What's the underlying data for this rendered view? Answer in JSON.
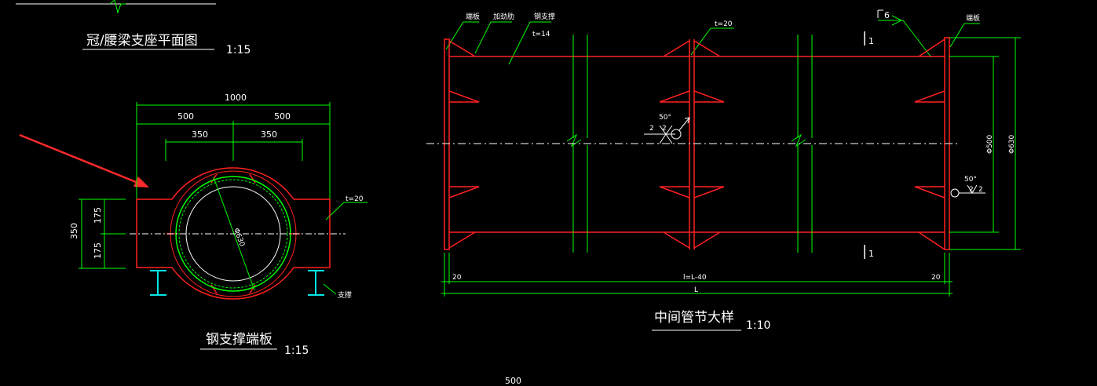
{
  "colors": {
    "background": "#000000",
    "steel": "#ff2020",
    "dimension": "#00ff00",
    "text": "#ffffff",
    "arrow": "#ff2a2a",
    "centerline": "#ffffff",
    "section": "#00e5e5"
  },
  "plan": {
    "title": "冠/腰梁支座平面图",
    "scale": "1:15"
  },
  "end_plate": {
    "title": "钢支撑端板",
    "scale": "1:15",
    "dim_total": "1000",
    "dim_half_left": "500",
    "dim_half_right": "500",
    "dim_inner_left": "350",
    "dim_inner_right": "350",
    "dim_height": "350",
    "dim_upper": "175",
    "dim_lower": "175",
    "thickness": "t=20",
    "diameter": "Φ630",
    "support_label": "支撑"
  },
  "mid_section": {
    "title": "中间管节大样",
    "scale": "1:10",
    "label_end_plate_left": "端板",
    "label_stiffener": "加劲肋",
    "label_steel_brace": "钢支撑",
    "brace_thickness": "t=14",
    "plate_thickness": "t=20",
    "weld_symbol": "6",
    "label_end_plate_right": "端板",
    "section_mark_top": "1",
    "section_mark_bottom": "1",
    "weld_angle_center": "50°",
    "weld_gap_left_center": "2",
    "weld_gap_right_center": "2",
    "weld_angle_right": "50°",
    "weld_gap_right": "2",
    "weld_gap_right2": "2",
    "inner_diameter": "Φ500",
    "outer_diameter": "Φ630",
    "dim_left": "20",
    "dim_mid": "l=L-40",
    "dim_right": "20",
    "dim_total": "L"
  },
  "footer_dim": "500"
}
